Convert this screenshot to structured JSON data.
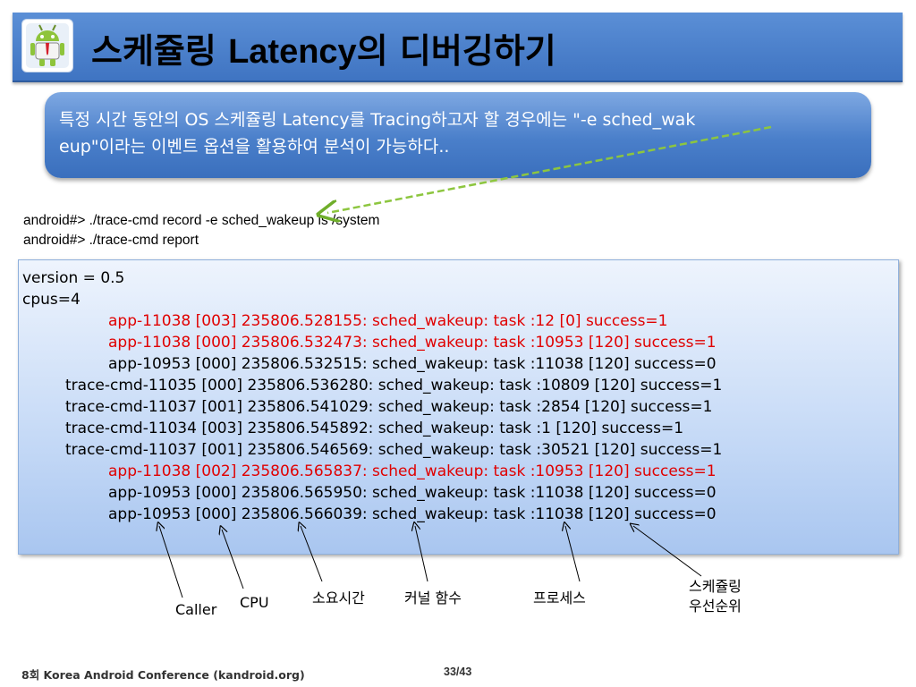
{
  "header": {
    "title_ko_prefix": "스케쥴링 ",
    "title_latin": "Latency",
    "title_ko_suffix": "의 디버깅하기"
  },
  "callout": {
    "line1": "특정 시간 동안의 OS 스케쥴링 Latency를 Tracing하고자 할 경우에는 \"-e sched_wak",
    "line2": "eup\"이라는 이벤트 옵션을 활용하여 분석이 가능하다.."
  },
  "commands": [
    "android#> ./trace-cmd record -e sched_wakeup  ls  /system",
    "android#> ./trace-cmd report"
  ],
  "trace": {
    "header_lines": [
      "version = 0.5",
      "cpus=4"
    ],
    "lines": [
      {
        "text": "app-11038 [003] 235806.528155: sched_wakeup: task :12 [0] success=1",
        "highlight": true,
        "indent": 2
      },
      {
        "text": "app-11038 [000] 235806.532473: sched_wakeup: task :10953 [120] success=1",
        "highlight": true,
        "indent": 2
      },
      {
        "text": "app-10953 [000] 235806.532515: sched_wakeup: task :11038 [120] success=0",
        "highlight": false,
        "indent": 2
      },
      {
        "text": "trace-cmd-11035 [000] 235806.536280: sched_wakeup: task :10809 [120] success=1",
        "highlight": false,
        "indent": 1
      },
      {
        "text": "trace-cmd-11037 [001] 235806.541029: sched_wakeup: task :2854 [120] success=1",
        "highlight": false,
        "indent": 1
      },
      {
        "text": "trace-cmd-11034 [003] 235806.545892: sched_wakeup: task :1 [120] success=1",
        "highlight": false,
        "indent": 1
      },
      {
        "text": "trace-cmd-11037 [001] 235806.546569: sched_wakeup: task :30521 [120] success=1",
        "highlight": false,
        "indent": 1
      },
      {
        "text": "app-11038 [002] 235806.565837: sched_wakeup: task :10953 [120] success=1",
        "highlight": true,
        "indent": 2
      },
      {
        "text": "app-10953 [000] 235806.565950: sched_wakeup: task :11038 [120] success=0",
        "highlight": false,
        "indent": 2
      },
      {
        "text": "app-10953 [000] 235806.566039: sched_wakeup: task :11038 [120] success=0",
        "highlight": false,
        "indent": 2
      }
    ]
  },
  "labels": {
    "caller": "Caller",
    "cpu": "CPU",
    "elapsed": "소요시간",
    "kernel_function": "커널 함수",
    "process": "프로세스",
    "priority_line1": "스케쥴링",
    "priority_line2": "우선순위"
  },
  "footer": {
    "conference": "8회 Korea Android Conference (kandroid.org)",
    "page": "33/43"
  },
  "colors": {
    "highlight_text": "#e00000",
    "header_blue": "#4a7fc9",
    "callout_blue": "#4a7fca",
    "arrow_green": "#8dc63f"
  },
  "icons": {
    "logo": "android-robot-logo"
  }
}
